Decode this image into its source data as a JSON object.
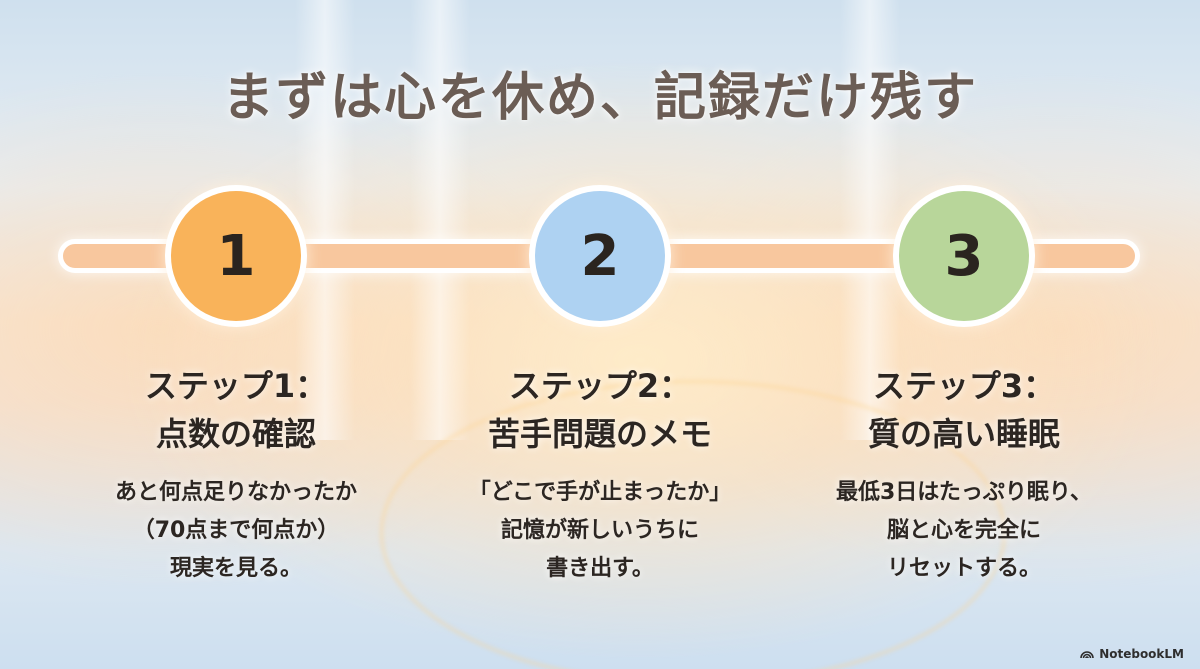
{
  "title": "まずは心を休め、記録だけ残す",
  "colors": {
    "step1": "#f9b35a",
    "step2": "#aed2f2",
    "step3": "#b8d69a",
    "track": "#f8c79e"
  },
  "steps": [
    {
      "number": "1",
      "heading": [
        "ステップ1：",
        "点数の確認"
      ],
      "body": [
        "あと何点足りなかったか",
        "（70点まで何点か）",
        "現実を見る。"
      ]
    },
    {
      "number": "2",
      "heading": [
        "ステップ2：",
        "苦手問題のメモ"
      ],
      "body": [
        "「どこで手が止まったか」",
        "記憶が新しいうちに",
        "書き出す。"
      ]
    },
    {
      "number": "3",
      "heading": [
        "ステップ3：",
        "質の高い睡眠"
      ],
      "body": [
        "最低3日はたっぷり眠り、",
        "脳と心を完全に",
        "リセットする。"
      ]
    }
  ],
  "branding": {
    "icon": "notebooklm-logo-icon",
    "label": "NotebookLM"
  }
}
